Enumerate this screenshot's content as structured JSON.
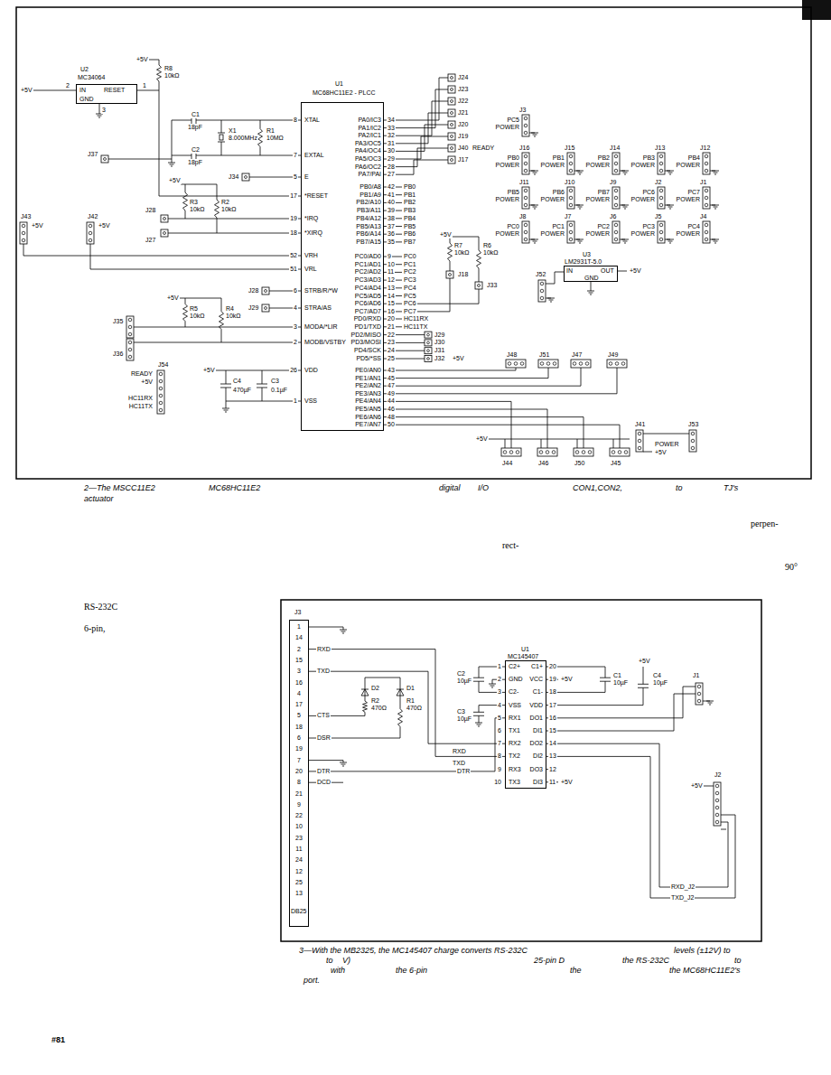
{
  "diagram": {
    "nodes": [
      {
        "text": [
          "U2",
          "MC34064",
          "IN",
          "RESET",
          "GND"
        ]
      },
      {
        "text": [
          "U1",
          "MC68HC11E2 - PLCC"
        ]
      },
      {
        "text": [
          "U3",
          "LM2931T-5.0",
          "IN",
          "OUT",
          "GND"
        ]
      },
      {
        "text": [
          "J3",
          "DB25"
        ]
      },
      {
        "text": [
          "U1",
          "MC145407"
        ]
      }
    ],
    "edges": [
      {
        "from": 0,
        "to": 1,
        "arrow": "none"
      },
      {
        "from": 3,
        "to": 4,
        "arrow": "none"
      },
      {
        "from": 3,
        "to": 4,
        "arrow": "none"
      }
    ],
    "labels": [
      "+5V",
      "R8",
      "10kΩ",
      "+5V",
      "2",
      "1",
      "3",
      "J37",
      "C1",
      "18pF",
      "C2",
      "18pF",
      "X1",
      "8.000MHz",
      "R1",
      "10MΩ",
      "J34",
      "+5V",
      "R3",
      "10kΩ",
      "R2",
      "10kΩ",
      "J28",
      "J27",
      "J43",
      "J42",
      "+5V",
      "+5V",
      "+5V",
      "R5",
      "10kΩ",
      "R4",
      "10kΩ",
      "J28",
      "J29",
      "J35",
      "J36",
      "J54",
      "READY",
      "+5V",
      "HC11RX",
      "HC11TX",
      "+5V",
      "C4",
      "470µF",
      "C3",
      "0.1µF",
      "XTAL",
      "EXTAL",
      "E",
      "*RESET",
      "*IRQ",
      "*XIRQ",
      "VRH",
      "VRL",
      "STRB/R/*W",
      "STRA/AS",
      "MODA/*LIR",
      "MODB/VSTBY",
      "VDD",
      "VSS",
      "8",
      "7",
      "5",
      "17",
      "19",
      "18",
      "52",
      "51",
      "6",
      "4",
      "3",
      "2",
      "26",
      "1",
      "PA0/IC3",
      "PA1/IC2",
      "PA2/IC1",
      "PA3/OC5",
      "PA4/OC4",
      "PA5/OC3",
      "PA6/OC2",
      "PA7/PAI",
      "34",
      "33",
      "32",
      "31",
      "30",
      "29",
      "28",
      "27",
      "PB0/A8",
      "PB1/A9",
      "PB2/A10",
      "PB3/A11",
      "PB4/A12",
      "PB5/A13",
      "PB6/A14",
      "PB7/A15",
      "42",
      "41",
      "40",
      "39",
      "38",
      "37",
      "36",
      "35",
      "PB0",
      "PB1",
      "PB2",
      "PB3",
      "PB4",
      "PB5",
      "PB6",
      "PB7",
      "PC0/AD0",
      "PC1/AD1",
      "PC2/AD2",
      "PC3/AD3",
      "PC4/AD4",
      "PC5/AD5",
      "PC6/AD6",
      "PC7/AD7",
      "9",
      "10",
      "11",
      "12",
      "13",
      "14",
      "15",
      "16",
      "PC0",
      "PC1",
      "PC2",
      "PC3",
      "PC4",
      "PC5",
      "PC6",
      "PC7",
      "PD0/RXD",
      "PD1/TXD",
      "PD2/MISO",
      "PD3/MOSI",
      "PD4/SCK",
      "PD5/*SS",
      "20",
      "21",
      "22",
      "23",
      "24",
      "25",
      "HC11RX",
      "HC11TX",
      "PE0/AN0",
      "PE1/AN1",
      "PE2/AN2",
      "PE3/AN3",
      "PE4/AN4",
      "PE5/AN5",
      "PE6/AN6",
      "PE7/AN7",
      "43",
      "45",
      "47",
      "49",
      "44",
      "46",
      "48",
      "50",
      "J24",
      "J23",
      "J22",
      "J21",
      "J20",
      "J19",
      "J40",
      "J17",
      "READY",
      "J3",
      "PC5",
      "POWER",
      "J16",
      "J15",
      "J14",
      "J13",
      "J12",
      "PB0",
      "PB1",
      "PB2",
      "PB3",
      "PB4",
      "POWER",
      "POWER",
      "POWER",
      "POWER",
      "POWER",
      "J11",
      "J10",
      "J9",
      "J2",
      "J1",
      "PB5",
      "PB6",
      "PB7",
      "PC6",
      "PC7",
      "POWER",
      "POWER",
      "POWER",
      "POWER",
      "POWER",
      "J8",
      "J7",
      "J6",
      "J5",
      "J4",
      "PC0",
      "PC1",
      "PC2",
      "PC3",
      "PC4",
      "POWER",
      "POWER",
      "POWER",
      "POWER",
      "POWER",
      "+5V",
      "R7",
      "10kΩ",
      "R6",
      "10kΩ",
      "J18",
      "J33",
      "J29",
      "J30",
      "J31",
      "J32",
      "+5V",
      "J52",
      "+5V",
      "J48",
      "J51",
      "J47",
      "J49",
      "J41",
      "J53",
      "POWER",
      "+5V",
      "+5V",
      "J44",
      "J46",
      "J50",
      "J45",
      "2—The MSCC11E2",
      "MC68HC11E2",
      "digital",
      "I/O",
      "CON1,CON2,",
      "to",
      "TJ's",
      "actuator",
      "perpen-",
      "rect-",
      "90°",
      "RS-232C",
      "6-pin,",
      "1",
      "14",
      "2",
      "15",
      "3",
      "16",
      "4",
      "17",
      "5",
      "18",
      "6",
      "19",
      "7",
      "20",
      "8",
      "21",
      "9",
      "22",
      "10",
      "23",
      "11",
      "24",
      "12",
      "25",
      "13",
      "RXD",
      "TXD",
      "CTS",
      "DSR",
      "DTR",
      "DCD",
      "R2",
      "470Ω",
      "R1",
      "470Ω",
      "D2",
      "D1",
      "1",
      "2",
      "3",
      "4",
      "5",
      "6",
      "7",
      "8",
      "9",
      "10",
      "C2+",
      "GND",
      "C2-",
      "VSS",
      "RX1",
      "TX1",
      "RX2",
      "TX2",
      "RX3",
      "TX3",
      "C1+",
      "VCC",
      "C1-",
      "VDD",
      "DO1",
      "DI1",
      "DO2",
      "DI2",
      "DO3",
      "DI3",
      "20",
      "19",
      "18",
      "17",
      "16",
      "15",
      "14",
      "13",
      "12",
      "11",
      "C3",
      "10µF",
      "C2",
      "10µF",
      "C1",
      "10µF",
      "C4",
      "10µF",
      "+5V",
      "+5V",
      "+5V",
      "DTR",
      "RXD",
      "TXD",
      "J1",
      "J2",
      "RXD_J2",
      "TXD_J2",
      "+5V",
      "3—With the MB2325, the MC145407 charge converts RS-232C",
      "levels (±12V) to",
      "to",
      "V)",
      "25-pin D",
      "the RS-232C",
      "to",
      "with",
      "the 6-pin",
      "the",
      "the MC68HC11E2's",
      "port.",
      "#81"
    ]
  }
}
